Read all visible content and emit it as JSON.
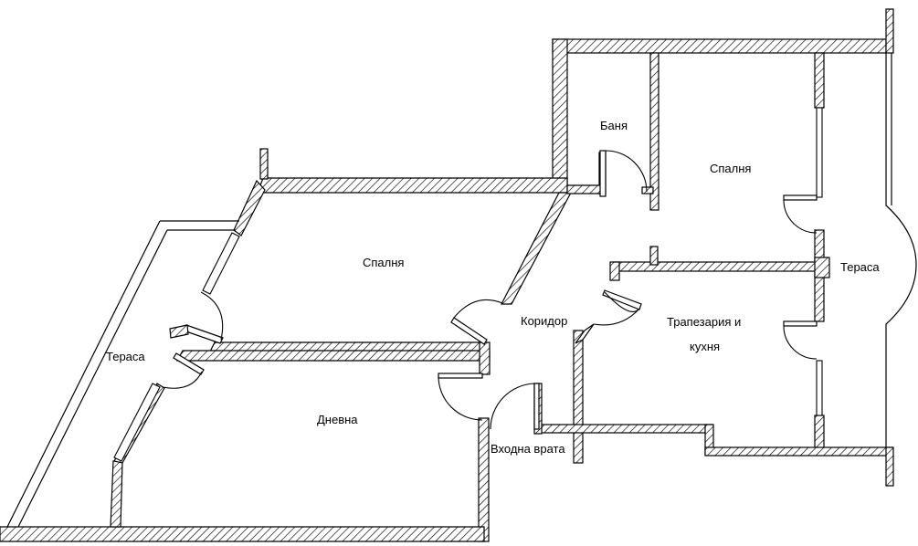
{
  "rooms": {
    "bathroom": "Баня",
    "bedroom_right": "Спалня",
    "bedroom_left": "Спалня",
    "corridor": "Коридор",
    "dining_kitchen_line1": "Трапезария и",
    "dining_kitchen_line2": "кухня",
    "terrace_right": "Тераса",
    "terrace_left": "Тераса",
    "living_room": "Дневна",
    "entrance_door": "Входна врата"
  }
}
